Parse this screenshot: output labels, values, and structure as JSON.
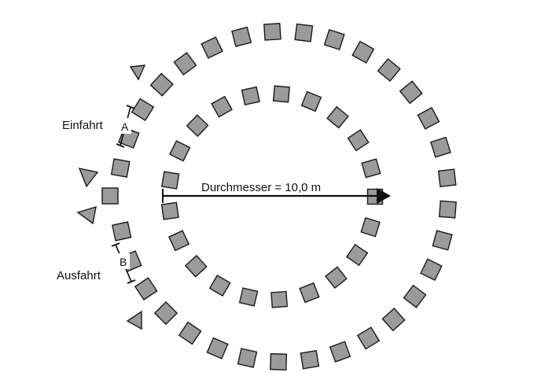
{
  "labels": {
    "entry": "Einfahrt",
    "exit": "Ausfahrt",
    "gap_entry": "A",
    "gap_exit": "B",
    "diameter": "Durchmesser = 10,0 m"
  },
  "colors": {
    "block_fill": "#9b9b9b",
    "block_stroke": "#1a1a1a",
    "line": "#111111",
    "background": "#ffffff"
  },
  "icons": {
    "block": "square-block-icon",
    "marker": "triangle-marker-icon",
    "arrow": "arrowhead-icon"
  }
}
